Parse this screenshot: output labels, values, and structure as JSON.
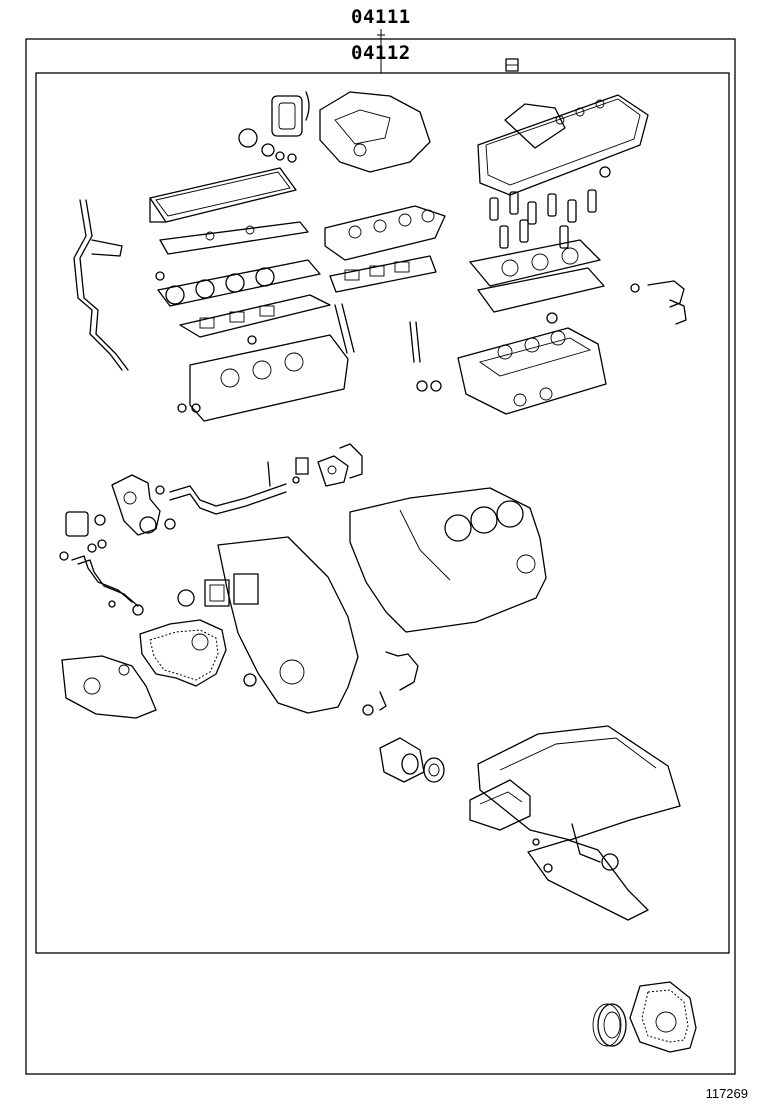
{
  "diagram": {
    "outer_kit_code": "04111",
    "inner_kit_code": "04112",
    "figure_ref": "117269"
  },
  "colors": {
    "line": "#000000",
    "background": "#ffffff"
  }
}
